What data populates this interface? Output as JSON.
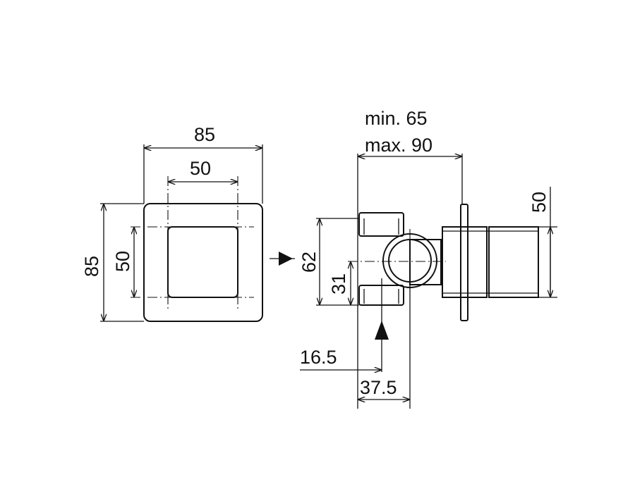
{
  "front_view": {
    "width_outer": "85",
    "width_inner": "50",
    "height_outer": "85",
    "height_inner": "50"
  },
  "side_view": {
    "depth_min": "min. 65",
    "depth_max": "max. 90",
    "handle_height": "50",
    "outlet_spacing": "62",
    "outlet_half": "31",
    "offset_a": "16.5",
    "offset_b": "37.5"
  }
}
